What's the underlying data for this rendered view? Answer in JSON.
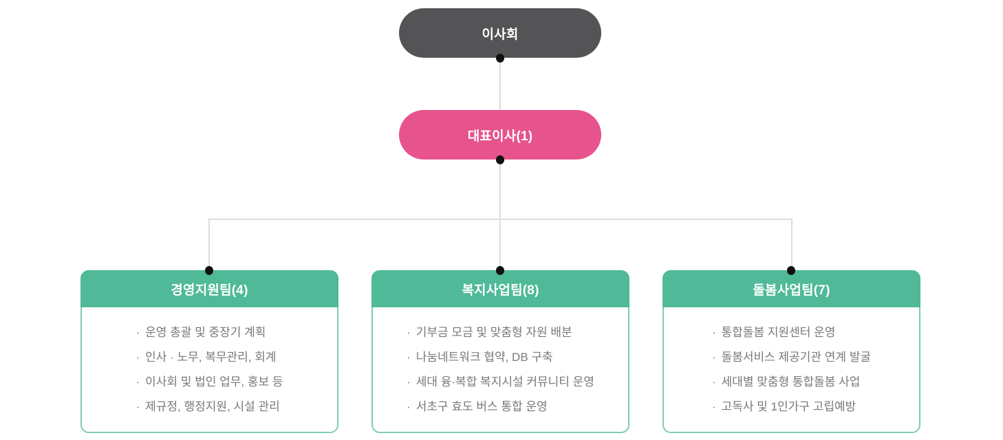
{
  "org_chart": {
    "bullet": "·",
    "root": {
      "label": "이사회",
      "color": "#545457"
    },
    "executive": {
      "label": "대표이사(1)",
      "color": "#e7538c"
    },
    "teams": [
      {
        "title": "경영지원팀(4)",
        "items": [
          "운영 총괄 및 중장기 계획",
          "인사 · 노무, 복무관리, 회계",
          "이사회 및 법인 업무, 홍보 등",
          "제규정, 행정지원, 시설 관리"
        ]
      },
      {
        "title": "복지사업팀(8)",
        "items": [
          "기부금 모금 및 맞춤형 자원 배분",
          "나눔네트워크 협약, DB 구축",
          "세대 융·복합 복지시설 커뮤니티 운영",
          "서초구 효도 버스 통합 운영"
        ]
      },
      {
        "title": "돌봄사업팀(7)",
        "items": [
          "통합돌봄 지원센터 운영",
          "돌봄서비스 제공기관 연계 발굴",
          "세대별 맞춤형 통합돌봄 사업",
          "고독사 및 1인가구 고립예방"
        ]
      }
    ],
    "colors": {
      "team_header": "#4fb998",
      "team_border": "#7fccb2",
      "connector": "#dcdcdc",
      "dot": "#101010",
      "body_text": "#77787a"
    }
  }
}
